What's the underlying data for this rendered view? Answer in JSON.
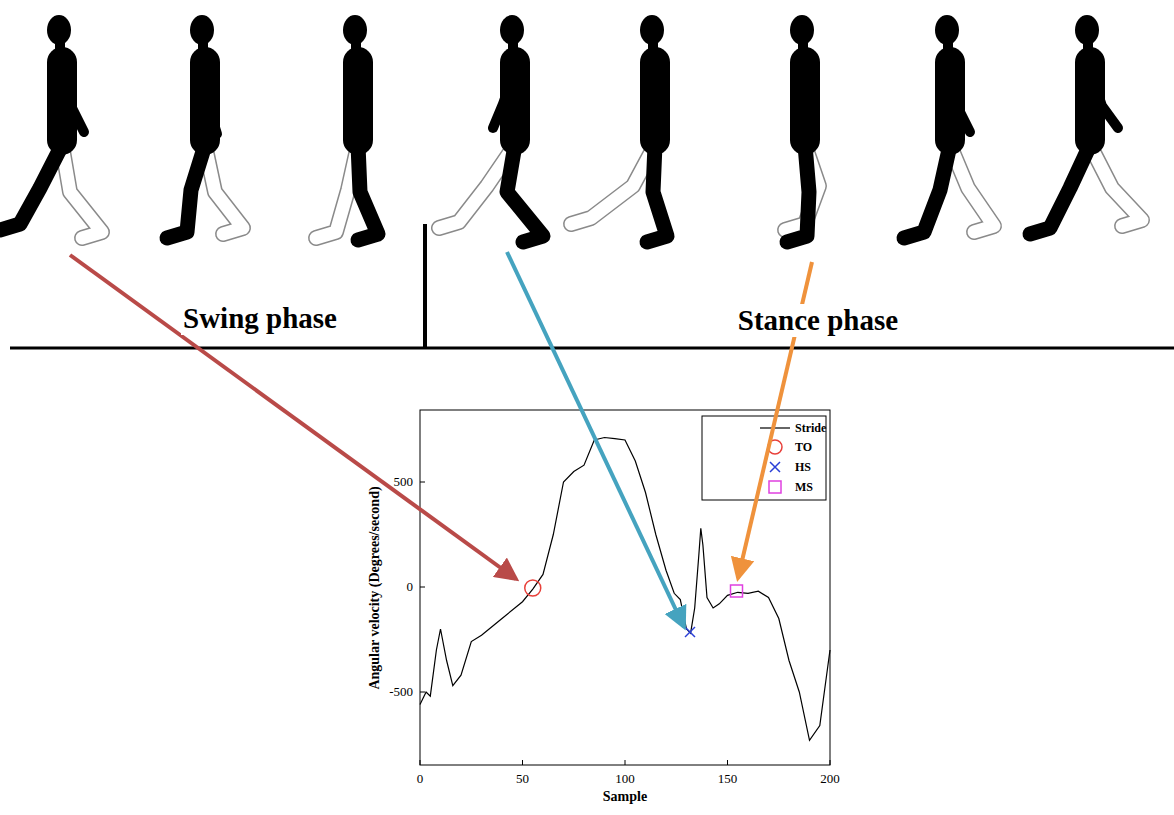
{
  "diagram": {
    "labels": [
      "Swing phase",
      "Stance phase",
      "Angular velocity (Degrees/second)",
      "Sample",
      "0",
      "50",
      "100",
      "150",
      "200",
      "-500",
      "0",
      "500"
    ],
    "legend": [
      {
        "text": "Stride"
      },
      {
        "text": "TO"
      },
      {
        "text": "HS"
      },
      {
        "text": "MS"
      }
    ]
  }
}
